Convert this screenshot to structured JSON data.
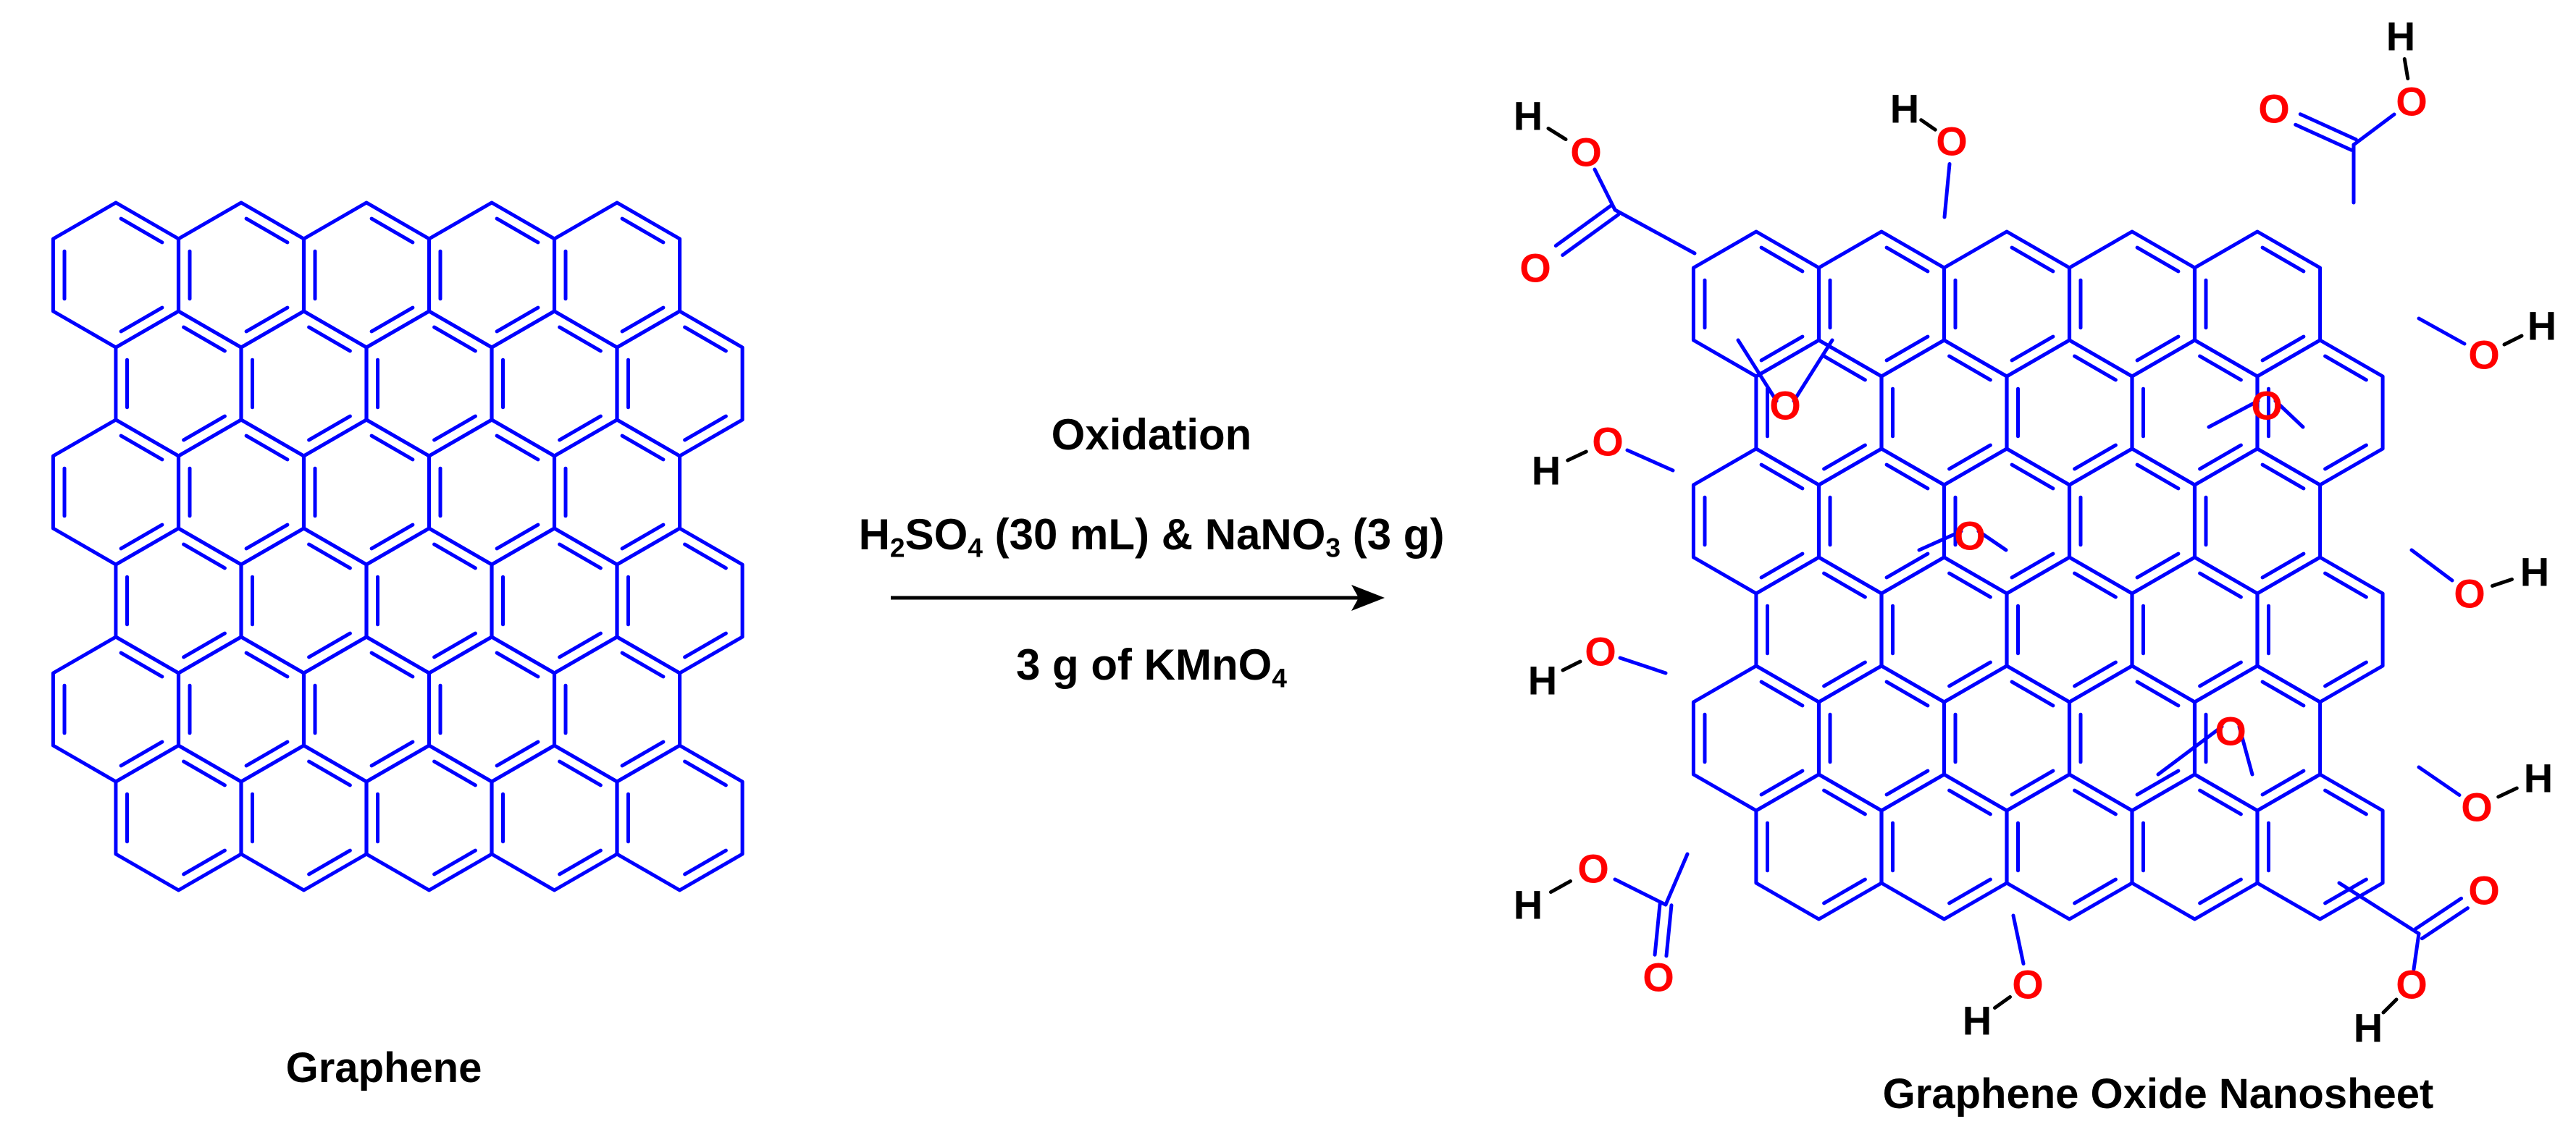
{
  "reactant": {
    "label": "Graphene"
  },
  "product": {
    "label": "Graphene Oxide Nanosheet"
  },
  "reaction": {
    "step": "Oxidation",
    "reagent_1": {
      "a": "H",
      "a_sub": "2",
      "b": "SO",
      "b_sub": "4",
      "c": " (30 mL) & NaNO",
      "c_sub": "3",
      "d": " (3 g)"
    },
    "reagent_2": {
      "a": "3 g of KMnO",
      "a_sub": "4"
    }
  },
  "atoms": {
    "oxygen": "O",
    "hydrogen": "H"
  },
  "functional_groups": [
    "carboxyl",
    "carboxyl",
    "carboxyl",
    "carboxyl",
    "hydroxyl",
    "hydroxyl",
    "hydroxyl",
    "hydroxyl",
    "hydroxyl",
    "hydroxyl",
    "hydroxyl",
    "epoxide",
    "epoxide",
    "epoxide",
    "epoxide"
  ],
  "colors": {
    "bond": "#0000ff",
    "heteroatom": "#ff0000",
    "text": "#000000",
    "arrow": "#000000"
  }
}
